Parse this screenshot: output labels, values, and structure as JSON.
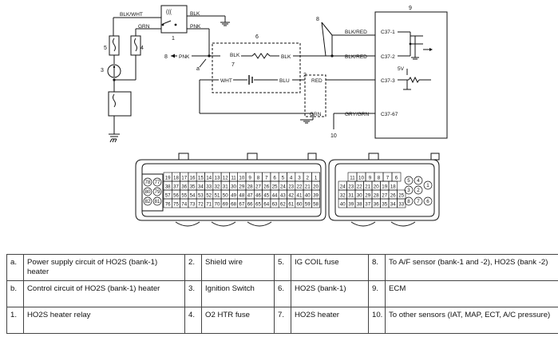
{
  "wires": {
    "blk_wht": "BLK/WHT",
    "blk_top": "BLK",
    "grn": "GRN",
    "pnk": "PNK",
    "pnk_left": "PNK",
    "blk_sensor": "BLK",
    "blu": "BLU",
    "wht": "WHT",
    "blk_red_1": "BLK/RED",
    "blk_red_2": "BLK/RED",
    "red": "RED",
    "grn_low": "GRN",
    "gry_grn": "GRY/GRN",
    "fivev": "5V"
  },
  "terminals": {
    "c37_1": "C37-1",
    "c37_2": "C37-2",
    "c37_3": "C37-3",
    "c37_67": "C37-67"
  },
  "callouts": {
    "n1": "1",
    "n2": "2",
    "n3": "3",
    "n4": "4",
    "n5": "5",
    "n6": "6",
    "n7": "7",
    "n8": "8",
    "n9": "9",
    "n10": "10",
    "na": "a"
  },
  "connector_left_rows": [
    [
      "19",
      "18",
      "17",
      "16",
      "15",
      "14",
      "13",
      "12",
      "11",
      "10",
      "9",
      "8",
      "7",
      "6",
      "5",
      "4",
      "3",
      "2",
      "1"
    ],
    [
      "38",
      "37",
      "36",
      "35",
      "34",
      "33",
      "32",
      "31",
      "30",
      "29",
      "28",
      "27",
      "26",
      "25",
      "24",
      "23",
      "22",
      "21",
      "20"
    ],
    [
      "57",
      "56",
      "55",
      "54",
      "53",
      "52",
      "51",
      "50",
      "49",
      "48",
      "47",
      "46",
      "45",
      "44",
      "43",
      "42",
      "41",
      "40",
      "39"
    ],
    [
      "76",
      "75",
      "74",
      "73",
      "72",
      "71",
      "70",
      "69",
      "68",
      "67",
      "66",
      "65",
      "64",
      "63",
      "62",
      "61",
      "60",
      "59",
      "58"
    ]
  ],
  "connector_left_circles": [
    "78",
    "77",
    "80",
    "79",
    "82",
    "81"
  ],
  "connector_right_rows": [
    [
      "11",
      "10",
      "9",
      "8",
      "7",
      "6"
    ],
    [
      "24",
      "23",
      "22",
      "21",
      "20",
      "19",
      "18"
    ],
    [
      "32",
      "31",
      "30",
      "29",
      "28",
      "27",
      "26",
      "25"
    ],
    [
      "40",
      "39",
      "38",
      "37",
      "36",
      "35",
      "34",
      "33"
    ]
  ],
  "connector_right_circles": [
    "5",
    "4",
    "3",
    "2",
    "1",
    "8",
    "7",
    "6"
  ],
  "legend": [
    [
      [
        "a.",
        "Power supply circuit of HO2S (bank-1) heater"
      ],
      [
        "2.",
        "Shield wire"
      ],
      [
        "5.",
        "IG COIL fuse"
      ],
      [
        "8.",
        "To A/F sensor (bank-1 and -2), HO2S (bank -2)"
      ]
    ],
    [
      [
        "b.",
        "Control circuit of HO2S (bank-1) heater"
      ],
      [
        "3.",
        "Ignition Switch"
      ],
      [
        "6.",
        "HO2S (bank-1)"
      ],
      [
        "9.",
        "ECM"
      ]
    ],
    [
      [
        "1.",
        "HO2S heater relay"
      ],
      [
        "4.",
        "O2 HTR fuse"
      ],
      [
        "7.",
        "HO2S heater"
      ],
      [
        "10.",
        "To other sensors (IAT, MAP, ECT, A/C pressure)"
      ]
    ]
  ]
}
